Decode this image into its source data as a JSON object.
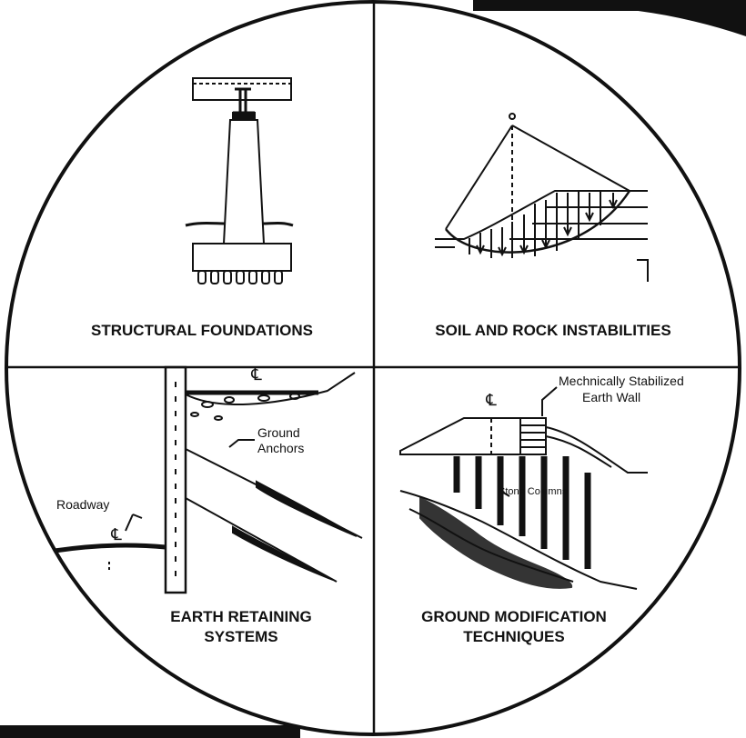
{
  "colors": {
    "ink": "#111111",
    "paper": "#ffffff"
  },
  "icons": {
    "centerline": "centerline-icon"
  },
  "quadrants": {
    "structural_foundations": {
      "title": "STRUCTURAL FOUNDATIONS"
    },
    "soil_rock": {
      "title": "SOIL AND ROCK INSTABILITIES"
    },
    "earth_retaining": {
      "title_line1": "EARTH RETAINING",
      "title_line2": "SYSTEMS",
      "labels": {
        "ground_anchors_line1": "Ground",
        "ground_anchors_line2": "Anchors",
        "roadway": "Roadway"
      }
    },
    "ground_modification": {
      "title_line1": "GROUND MODIFICATION",
      "title_line2": "TECHNIQUES",
      "labels": {
        "mse_wall_line1": "Mechnically Stabilized",
        "mse_wall_line2": "Earth Wall",
        "stone_columns": "Stone Columns"
      }
    }
  }
}
